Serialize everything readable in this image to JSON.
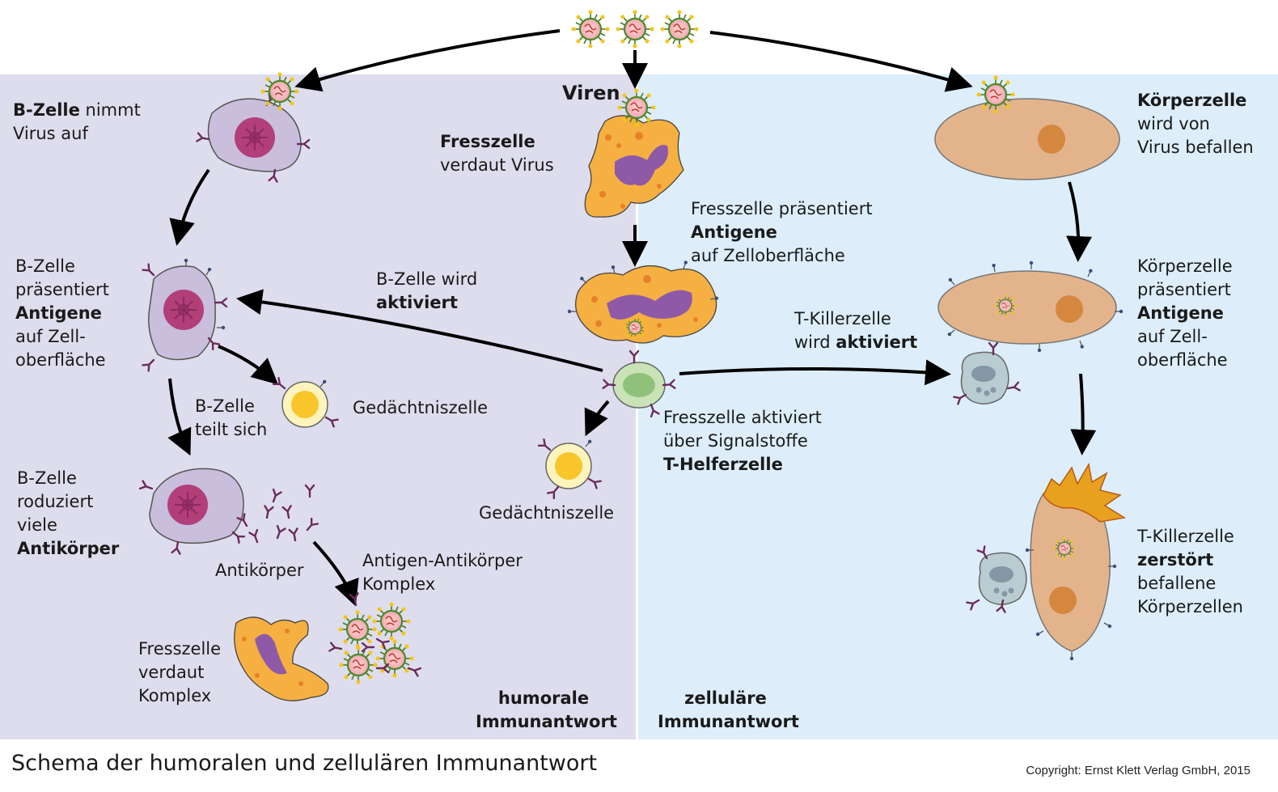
{
  "diagram": {
    "colors": {
      "humoral_bg": "#dedded",
      "cellular_bg": "#ddeefa",
      "phagocyte": "#f5b041",
      "b_cell": "#c9bedc",
      "b_cell_nucleus": "#b23f7a",
      "body_cell": "#e3b48c",
      "body_cell_nucleus": "#d58740",
      "killer_cell": "#b9ccd1",
      "helper_cell": "#c9e3b7",
      "memory_cell": "#fdf4bd",
      "memory_nucleus": "#f8c52a",
      "antibody": "#6b2a5c",
      "arrow": "#000000"
    },
    "labels": {
      "viren": "Viren",
      "bcell_takes_1": "B-Zelle",
      "bcell_takes_2": " nimmt",
      "bcell_takes_3": "Virus auf",
      "fresszelle_1": "Fresszelle",
      "fresszelle_2": "verdaut Virus",
      "koerperzelle_1": "Körperzelle",
      "koerperzelle_2": "wird von",
      "koerperzelle_3": "Virus befallen",
      "fz_praesentiert_1": "Fresszelle präsentiert",
      "fz_praesentiert_2": "Antigene",
      "fz_praesentiert_3": "auf Zelloberfläche",
      "bz_praesentiert_1": "B-Zelle",
      "bz_praesentiert_2": "präsentiert",
      "bz_praesentiert_3": "Antigene",
      "bz_praesentiert_4": "auf Zell-",
      "bz_praesentiert_5": "oberfläche",
      "bz_aktiviert_1": "B-Zelle wird",
      "bz_aktiviert_2": "aktiviert",
      "tk_aktiviert_1": "T-Killerzelle",
      "tk_aktiviert_2": "wird ",
      "tk_aktiviert_3": "aktiviert",
      "kz_praesentiert_1": "Körperzelle",
      "kz_praesentiert_2": "präsentiert",
      "kz_praesentiert_3": "Antigene",
      "kz_praesentiert_4": "auf Zell-",
      "kz_praesentiert_5": "oberfläche",
      "bz_teilt_1": "B-Zelle",
      "bz_teilt_2": "teilt sich",
      "gedaechtnis_left": "Gedächtniszelle",
      "fz_signal_1": "Fresszelle aktiviert",
      "fz_signal_2": "über Signalstoffe",
      "fz_signal_3": "T-Helferzelle",
      "bz_produziert_1": "B-Zelle",
      "bz_produziert_2": "roduziert",
      "bz_produziert_3": "viele",
      "bz_produziert_4": "Antikörper",
      "antikoerper": "Antikörper",
      "komplex_1": "Antigen-Antikörper",
      "komplex_2": "Komplex",
      "gedaechtnis_center": "Gedächtniszelle",
      "tk_zerstoert_1": "T-Killerzelle",
      "tk_zerstoert_2": "zerstört",
      "tk_zerstoert_3": "befallene",
      "tk_zerstoert_4": "Körperzellen",
      "fz_komplex_1": "Fresszelle",
      "fz_komplex_2": "verdaut",
      "fz_komplex_3": "Komplex",
      "humoral_1": "humorale",
      "humoral_2": "Immunantwort",
      "zellulaer_1": "zelluläre",
      "zellulaer_2": "Immunantwort"
    }
  },
  "caption": "Schema der humoralen und zellulären Immunantwort",
  "copyright": "Copyright: Ernst Klett Verlag GmbH, 2015"
}
